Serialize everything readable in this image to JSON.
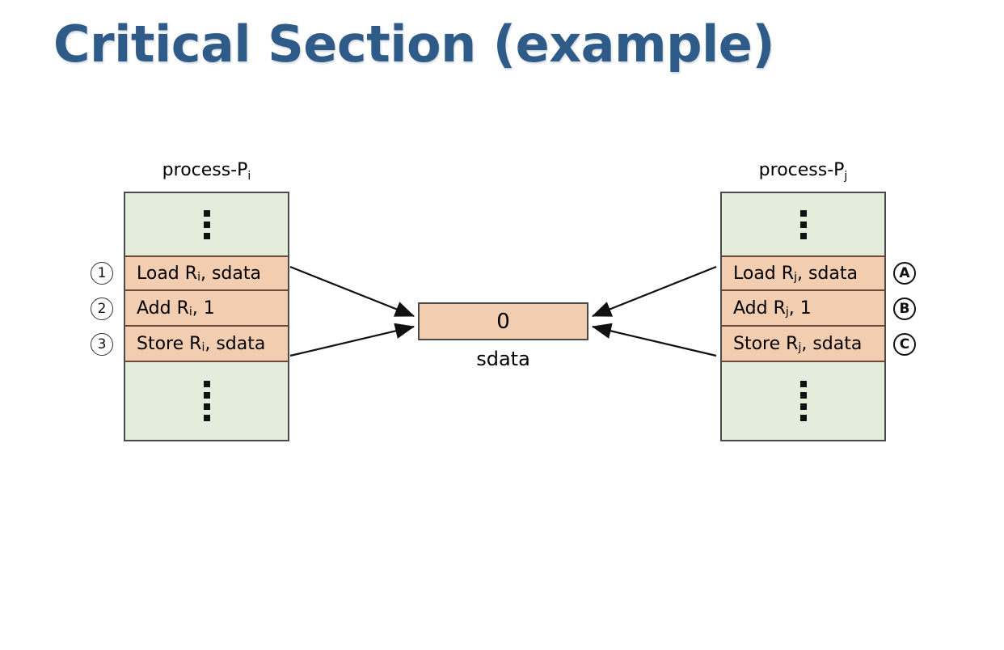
{
  "slide": {
    "title": "Critical Section (example)",
    "title_color": "#2e5b87",
    "background": "#ffffff"
  },
  "colors": {
    "instruction_fill": "#f3cdb0",
    "process_fill": "#e4ecdc",
    "box_border": "#4a4a4a",
    "instruction_border": "#6b4a38",
    "arrow": "#111111"
  },
  "diagram": {
    "type": "race-condition-illustration",
    "processes": [
      {
        "id": "left",
        "label_text": "process-P",
        "label_subscript": "i",
        "top_ellipsis_dots": 3,
        "bottom_ellipsis_dots": 4,
        "markers": [
          "1",
          "2",
          "3"
        ],
        "marker_style": "circled-number",
        "instructions": [
          {
            "op": "Load R",
            "reg_sub": "i",
            "args": " , sdata"
          },
          {
            "op": "Add R",
            "reg_sub": "i",
            "args": ", 1"
          },
          {
            "op": "Store R",
            "reg_sub": "i",
            "args": ", sdata"
          }
        ]
      },
      {
        "id": "right",
        "label_text": "process-P",
        "label_subscript": "j",
        "top_ellipsis_dots": 3,
        "bottom_ellipsis_dots": 4,
        "markers": [
          "A",
          "B",
          "C"
        ],
        "marker_style": "circled-letter",
        "instructions": [
          {
            "op": "Load R",
            "reg_sub": "j",
            "args": ", sdata"
          },
          {
            "op": "Add R",
            "reg_sub": "j",
            "args": ", 1"
          },
          {
            "op": "Store R",
            "reg_sub": "j",
            "args": ", sdata"
          }
        ]
      }
    ],
    "shared_variable": {
      "value": "0",
      "name": "sdata"
    },
    "arrows": [
      {
        "from": "left-load",
        "to": "shared-variable",
        "direction": "right"
      },
      {
        "from": "left-store",
        "to": "shared-variable",
        "direction": "right"
      },
      {
        "from": "right-load",
        "to": "shared-variable",
        "direction": "left"
      },
      {
        "from": "right-store",
        "to": "shared-variable",
        "direction": "left"
      }
    ]
  }
}
